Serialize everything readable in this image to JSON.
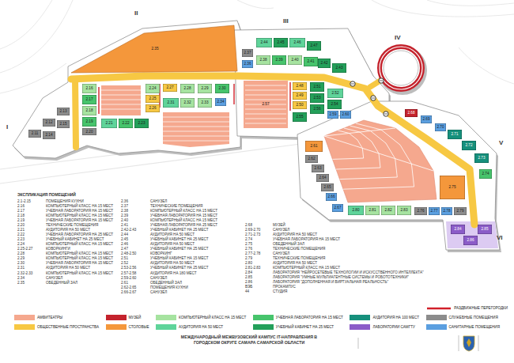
{
  "diagram": {
    "title": "МЕЖДУНАРОДНЫЙ МЕЖВУЗОВСКИЙ КАМПУС IT-НАПРАВЛЕНИЯ В ГОРОДСКОМ ОКРУГЕ САМАРА САМАРСКОЙ ОБЛАСТИ",
    "nodes": [
      {
        "text": [
          "2.11"
        ]
      },
      {
        "text": [
          "2.12"
        ]
      },
      {
        "text": [
          "2.13"
        ]
      },
      {
        "text": [
          "2.14"
        ]
      },
      {
        "text": [
          "2.15"
        ]
      },
      {
        "text": [
          "2.16"
        ]
      },
      {
        "text": [
          "2.17"
        ]
      },
      {
        "text": [
          "2.18"
        ]
      },
      {
        "text": [
          "2.19"
        ]
      },
      {
        "text": [
          "2.20"
        ]
      },
      {
        "text": [
          "2.21"
        ]
      },
      {
        "text": [
          "2.22"
        ]
      },
      {
        "text": [
          "2.23"
        ]
      },
      {
        "text": [
          "2.24"
        ]
      },
      {
        "text": [
          "2.25"
        ]
      },
      {
        "text": [
          "2.26"
        ]
      },
      {
        "text": [
          "2.27"
        ]
      },
      {
        "text": [
          "2.28"
        ]
      },
      {
        "text": [
          "2.29"
        ]
      },
      {
        "text": [
          "2.30"
        ]
      },
      {
        "text": [
          "2.31"
        ]
      },
      {
        "text": [
          "2.32"
        ]
      },
      {
        "text": [
          "2.33"
        ]
      },
      {
        "text": [
          "2.34"
        ]
      },
      {
        "text": [
          "2.35"
        ]
      },
      {
        "text": [
          "2.36"
        ]
      },
      {
        "text": [
          "2.37"
        ]
      },
      {
        "text": [
          "2.38"
        ]
      },
      {
        "text": [
          "2.39"
        ]
      },
      {
        "text": [
          "2.40"
        ]
      },
      {
        "text": [
          "2.41"
        ]
      },
      {
        "text": [
          "2.42"
        ]
      },
      {
        "text": [
          "2.43"
        ]
      },
      {
        "text": [
          "2.44"
        ]
      },
      {
        "text": [
          "2.45"
        ]
      },
      {
        "text": [
          "2.46"
        ]
      },
      {
        "text": [
          "2.47"
        ]
      },
      {
        "text": [
          "2.48"
        ]
      },
      {
        "text": [
          "2.49"
        ]
      },
      {
        "text": [
          "2.50"
        ]
      },
      {
        "text": [
          "2.51"
        ]
      },
      {
        "text": [
          "2.52"
        ]
      },
      {
        "text": [
          "2.53"
        ]
      },
      {
        "text": [
          "2.54"
        ]
      },
      {
        "text": [
          "2.55"
        ]
      },
      {
        "text": [
          "2.56"
        ]
      },
      {
        "text": [
          "2.57"
        ]
      },
      {
        "text": [
          "2.59"
        ]
      },
      {
        "text": [
          "2.60"
        ]
      },
      {
        "text": [
          "2.61"
        ]
      },
      {
        "text": [
          "2.62"
        ]
      },
      {
        "text": [
          "2.63"
        ]
      },
      {
        "text": [
          "2.64"
        ]
      },
      {
        "text": [
          "2.65"
        ]
      },
      {
        "text": [
          "2.66"
        ]
      },
      {
        "text": [
          "2.67"
        ]
      },
      {
        "text": [
          "2.68"
        ]
      },
      {
        "text": [
          "2.69"
        ]
      },
      {
        "text": [
          "2.70"
        ]
      },
      {
        "text": [
          "2.71"
        ]
      },
      {
        "text": [
          "2.72"
        ]
      },
      {
        "text": [
          "2.73"
        ]
      },
      {
        "text": [
          "2.74"
        ]
      },
      {
        "text": [
          "2.75"
        ]
      },
      {
        "text": [
          "2.76"
        ]
      },
      {
        "text": [
          "2.77"
        ]
      },
      {
        "text": [
          "2.78"
        ]
      },
      {
        "text": [
          "2.79"
        ]
      },
      {
        "text": [
          "2.80"
        ]
      },
      {
        "text": [
          "2.81"
        ]
      },
      {
        "text": [
          "2.82"
        ]
      },
      {
        "text": [
          "2.83"
        ]
      },
      {
        "text": [
          "2.84"
        ]
      },
      {
        "text": [
          "2.85"
        ]
      },
      {
        "text": [
          "2.86"
        ]
      }
    ],
    "labels": [
      "I",
      "II",
      "III",
      "IV",
      "V",
      "VI",
      "ЭКСПЛИКАЦИЯ ПОМЕЩЕНИЙ",
      "2.1-2.15",
      "ПОМЕЩЕНИЯ КУХНИ",
      "2.16",
      "КОМПЬЮТЕРНЫЙ КЛАСС НА 15 МЕСТ",
      "2.17",
      "УЧЕБНАЯ ЛАБОРАТОРИЯ НА 15 МЕСТ",
      "2.18",
      "КОМПЬЮТЕРНЫЙ КЛАСС НА 15 МЕСТ",
      "2.19",
      "УЧЕБНАЯ ЛАБОРАТОРИЯ НА 15 МЕСТ",
      "2.20",
      "ТЕХНИЧЕСКИЕ ПОМЕЩЕНИЯ",
      "2.21",
      "АУДИТОРИЯ НА 50 МЕСТ",
      "2.22",
      "УЧЕБНАЯ ЛАБОРАТОРИЯ НА 25 МЕСТ",
      "2.23",
      "УЧЕБНЫЙ КАБИНЕТ НА 25 МЕСТ",
      "2.24",
      "КОМПЬЮТЕРНЫЙ КЛАСС НА 15 МЕСТ",
      "2.25-2.27",
      "КОВОРКИНГИ",
      "2.28",
      "КОМПЬЮТЕРНЫЙ КЛАСС НА 15 МЕСТ",
      "2.29",
      "КОМПЬЮТЕРНЫЙ КЛАСС НА 15 МЕСТ",
      "2.30",
      "УЧЕБНАЯ ЛАБОРАТОРИЯ НА 15 МЕСТ",
      "2.31",
      "АУДИТОРИЯ НА 50 МЕСТ",
      "2.32-2.33",
      "КОМПЬЮТЕРНЫЙ КЛАСС НА 15 МЕСТ",
      "2.34",
      "САНУЗЕЛ",
      "2.35",
      "ОБЕДЕННЫЙ ЗАЛ",
      "2.36",
      "САНУЗЕЛ",
      "2.37",
      "ТЕХНИЧЕСКИЕ ПОМЕЩЕНИЯ",
      "2.38",
      "КОМПЬЮТЕРНЫЙ КЛАСС НА 15 МЕСТ",
      "2.39",
      "УЧЕБНАЯ ЛАБОРАТОРИЯ НА 15 МЕСТ",
      "2.40",
      "КОМПЬЮТЕРНЫЙ КЛАСС НА 15 МЕСТ",
      "2.41",
      "УЧЕБНАЯ ЛАБОРАТОРИЯ НА 25 МЕСТ",
      "2.42-2.43",
      "УЧЕБНЫЙ КАБИНЕТ НА 25 МЕСТ",
      "2.44",
      "АУДИТОРИЯ НА 50 МЕСТ",
      "2.45",
      "УЧЕБНЫЙ КАБИНЕТ НА 25 МЕСТ",
      "2.46",
      "АУДИТОРИЯ НА 50 МЕСТ",
      "2.47",
      "УЧЕБНЫЙ КАБИНЕТ НА 25 МЕСТ",
      "2.48-2.50",
      "КОВОРКИНГ",
      "2.51",
      "УЧЕБНЫЙ КАБИНЕТ НА 15 МЕСТ",
      "2.52",
      "АУДИТОРИЯ НА 50 МЕСТ",
      "2.53-2.56",
      "УЧЕБНЫЙ КАБИНЕТ НА 25 МЕСТ",
      "2.57-2.58",
      "АУДИТОРИЯ НА 180 МЕСТ",
      "2.59-2.60",
      "САНУЗЕЛ",
      "2.61",
      "ОБЕДЕННЫЙ ЗАЛ",
      "2.62-2.65",
      "ПОМЕЩЕНИЯ КУХНИ",
      "2.66-2.67",
      "САНУЗЕЛ",
      "2.68",
      "МУЗЕЙ",
      "2.69-2.70",
      "САНУЗЕЛ",
      "2.71-2.73",
      "АУДИТОРИЯ НА 50 МЕСТ",
      "2.74",
      "УЧЕБНАЯ ЛАБОРАТОРИЯ НА 15 МЕСТ",
      "2.75",
      "ОБЕДЕННЫЙ ЗАЛ",
      "2.76",
      "ТЕХНИЧЕСКИЕ ПОМЕЩЕНИЯ",
      "2.77-2.78",
      "САНУЗЕЛ",
      "2.79",
      "ТЕХНИЧЕСКИЕ ПОМЕЩЕНИЯ",
      "2.80",
      "АУДИТОРИЯ НА 50 МЕСТ",
      "2.81-2.83",
      "КОМПЬЮТЕРНЫЙ КЛАСС НА 15 МЕСТ",
      "2.84",
      "ЛАБОРАТОРИЯ \"НЕЙРОСЕТЕВЫЕ ТЕХНОЛОГИИ И ИСКУССТВЕННОГО ИНТЕЛЛЕКТА\"",
      "2.85",
      "ЛАБОРАТОРИЯ \"УМНЫЕ МУЛЬТИАГЕНТНЫЕ СИСТЕМЫ И РОБОТОТЕХНИКИ\"",
      "2.86",
      "ЛАБОРАТОРИЯ \"ДОПОЛНЕННАЯ И ВИРТУАЛЬНАЯ РЕАЛЬНОСТЬ\"",
      "ВЭБ",
      "ПРОКАМПУС",
      "44",
      "СТУДИЯ"
    ],
    "legend": [
      {
        "text": "АМФИТЕАТРЫ",
        "color": "#f5a88e"
      },
      {
        "text": "МУЗЕЙ",
        "color": "#c4232d"
      },
      {
        "text": "КОМПЬЮТЕРНЫЙ КЛАСС НА 15 МЕСТ",
        "color": "#a6e3a0"
      },
      {
        "text": "УЧЕБНАЯ ЛАБОРАТОРИЯ НА 15 МЕСТ",
        "color": "#47c46c"
      },
      {
        "text": "АУДИТОРИЯ НА 100 МЕСТ",
        "color": "#16907c"
      },
      {
        "text": "СЛУЖЕБНЫЕ ПОМЕЩЕНИЯ",
        "color": "#8c8c8c"
      },
      {
        "text": "ОБЩЕСТВЕННЫЕ ПРОСТРАНСТВА",
        "color": "#f7c843"
      },
      {
        "text": "СТОЛОВЫЕ",
        "color": "#f4973b"
      },
      {
        "text": "АУДИТОРИЯ НА 50 МЕСТ",
        "color": "#5fd49a"
      },
      {
        "text": "УЧЕБНЫЙ КАБИНЕТ НА 25 МЕСТ",
        "color": "#23a05a"
      },
      {
        "text": "ЛАБОРАТОРИИ САМГТУ",
        "color": "#8b5cc8"
      },
      {
        "text": "САНИТАРНЫЕ ПОМЕЩЕНИЯ",
        "color": "#5b9fe0"
      },
      {
        "text": "РАЗДВИЖНЫЕ ПЕРЕГОРОДКИ"
      }
    ]
  }
}
